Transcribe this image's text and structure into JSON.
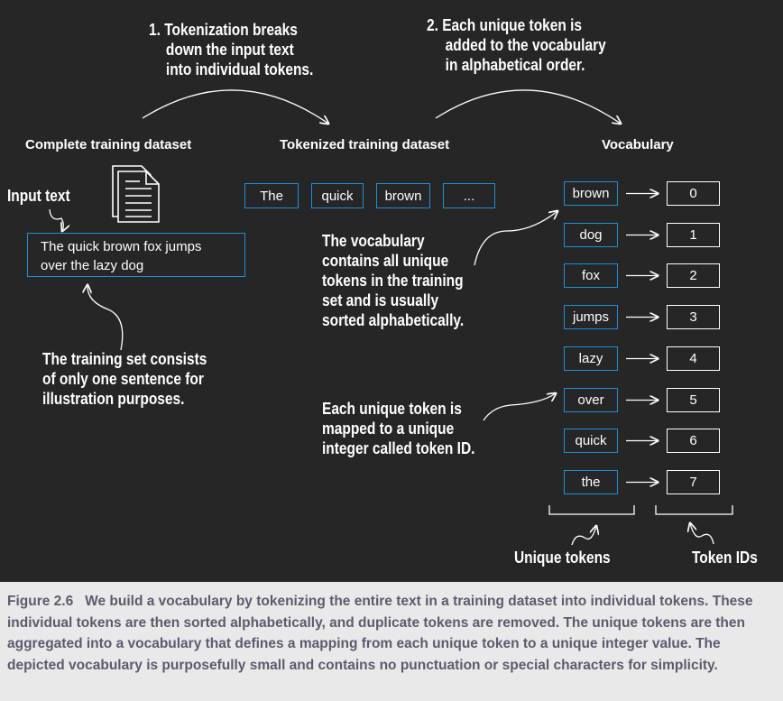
{
  "annotations": {
    "step1": [
      "1. Tokenization breaks",
      "down the input text",
      "into individual tokens."
    ],
    "step2": [
      "2. Each unique token is",
      "added to the vocabulary",
      "in alphabetical order."
    ],
    "vocab_note": [
      "The vocabulary",
      "contains all unique",
      "tokens in the training",
      "set and is usually",
      "sorted alphabetically."
    ],
    "mapping_note": [
      "Each unique token is",
      "mapped to a unique",
      "integer called token ID."
    ],
    "training_note": [
      "The training set consists",
      "of only one sentence for",
      "illustration purposes."
    ],
    "input_text_label": "Input text",
    "unique_tokens_label": "Unique tokens",
    "token_ids_label": "Token IDs"
  },
  "headers": {
    "complete": "Complete training dataset",
    "tokenized": "Tokenized training dataset",
    "vocabulary": "Vocabulary"
  },
  "input_text": [
    "The quick brown fox jumps",
    "over the lazy dog"
  ],
  "tokenized": [
    "The",
    "quick",
    "brown",
    "..."
  ],
  "vocabulary": [
    {
      "token": "brown",
      "id": "0"
    },
    {
      "token": "dog",
      "id": "1"
    },
    {
      "token": "fox",
      "id": "2"
    },
    {
      "token": "jumps",
      "id": "3"
    },
    {
      "token": "lazy",
      "id": "4"
    },
    {
      "token": "over",
      "id": "5"
    },
    {
      "token": "quick",
      "id": "6"
    },
    {
      "token": "the",
      "id": "7"
    }
  ],
  "caption": {
    "label": "Figure 2.6",
    "text": "We build a vocabulary by tokenizing the entire text in a training dataset into individual tokens. These individual tokens are then sorted alphabetically, and duplicate tokens are removed. The unique tokens are then aggregated into a vocabulary that defines a mapping from each unique token to a unique integer value. The depicted vocabulary is purposefully small and contains no punctuation or special characters for simplicity."
  },
  "colors": {
    "background": "#262626",
    "accent_border": "#1e8fd6",
    "caption_bg": "#e9e9e9",
    "caption_text": "#5b5b6e"
  }
}
